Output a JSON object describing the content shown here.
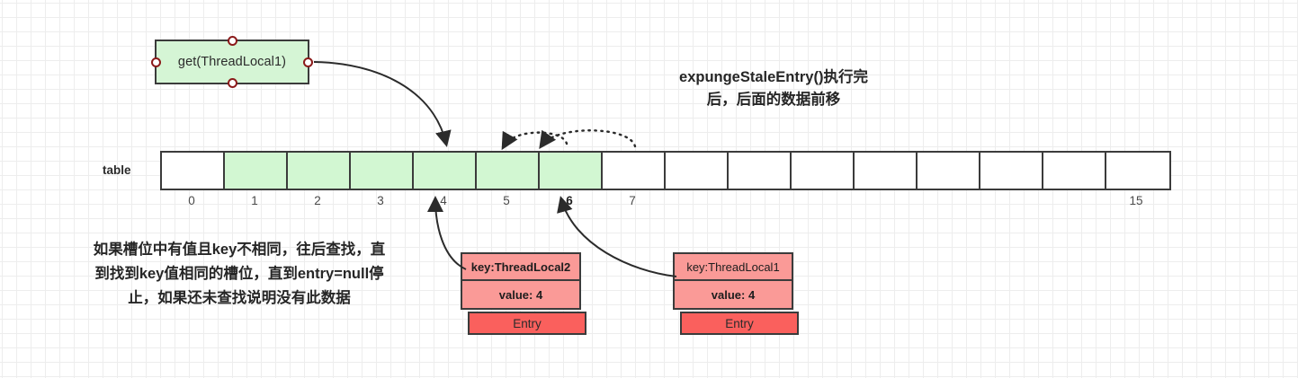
{
  "diagram": {
    "title": "expungeStaleEntry()执行完\n后，后面的数据前移",
    "title_line1": "expungeStaleEntry()执行完",
    "title_line2": "后，后面的数据前移",
    "note_line1": "如果槽位中有值且key不相同，往后查找，直",
    "note_line2": "到找到key值相同的槽位，直到entry=null停",
    "note_line3": "止，如果还未查找说明没有此数据"
  },
  "process_box": {
    "label": "get(ThreadLocal1)",
    "fill": "#d5f5d5",
    "stroke": "#3b3b3b",
    "connector_color": "#8b1a1a"
  },
  "table": {
    "label": "table",
    "cell_count": 16,
    "filled_fill": "#d2f7d2",
    "empty_fill": "#ffffff",
    "cells": [
      {
        "index": "0",
        "filled": false
      },
      {
        "index": "1",
        "filled": true
      },
      {
        "index": "2",
        "filled": true
      },
      {
        "index": "3",
        "filled": true
      },
      {
        "index": "4",
        "filled": true
      },
      {
        "index": "5",
        "filled": true
      },
      {
        "index": "6",
        "filled": true
      },
      {
        "index": "7",
        "filled": false
      },
      {
        "index": "",
        "filled": false
      },
      {
        "index": "",
        "filled": false
      },
      {
        "index": "",
        "filled": false
      },
      {
        "index": "",
        "filled": false
      },
      {
        "index": "",
        "filled": false
      },
      {
        "index": "",
        "filled": false
      },
      {
        "index": "",
        "filled": false
      },
      {
        "index": "15",
        "filled": false
      }
    ],
    "highlighted_index": "6"
  },
  "entries": [
    {
      "id": "entry-left",
      "key": "key:ThreadLocal2",
      "value": "value: 4",
      "tag": "Entry",
      "key_bold": true,
      "value_bold": true,
      "head_fill": "#fa9a97",
      "tag_fill": "#fa605d",
      "points_to_index": "4"
    },
    {
      "id": "entry-right",
      "key": "key:ThreadLocal1",
      "value": "value: 4",
      "tag": "Entry",
      "key_bold": false,
      "value_bold": true,
      "head_fill": "#fa9a97",
      "tag_fill": "#fa605d",
      "points_to_index": "6"
    }
  ],
  "shift_arrows": [
    {
      "from_index": "6",
      "to_index": "5",
      "style": "dotted"
    },
    {
      "from_index": "7",
      "to_index": "6",
      "style": "dotted"
    }
  ],
  "colors": {
    "green": "#d2f7d2",
    "pink": "#fa9a97",
    "red": "#fa605d",
    "stroke": "#3b3b3b",
    "grid": "#ededed"
  }
}
